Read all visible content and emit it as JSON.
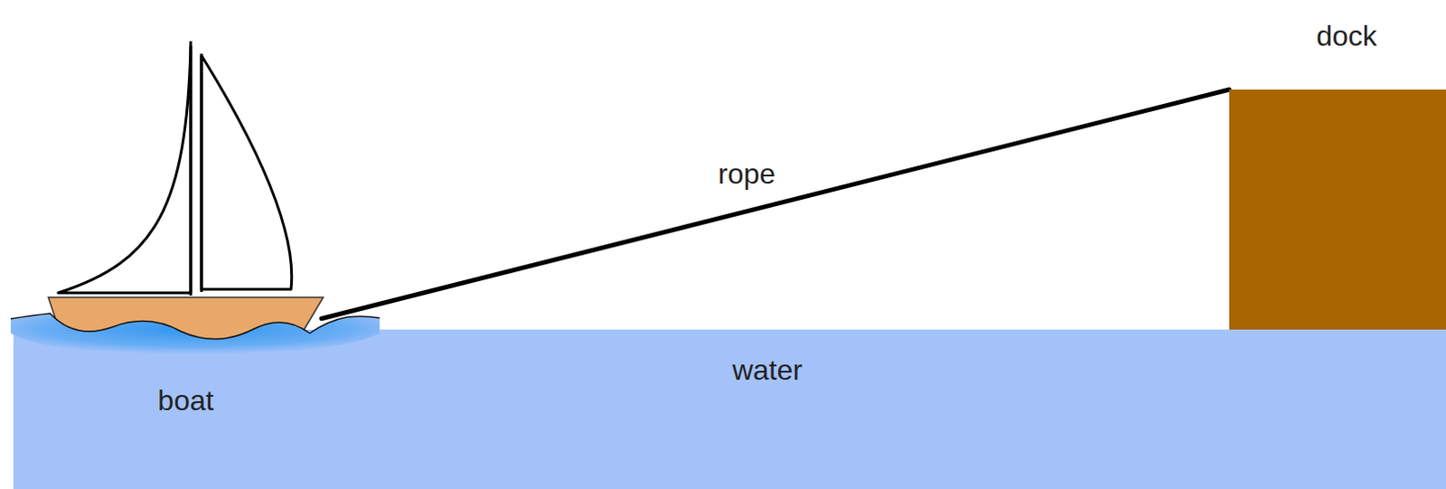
{
  "diagram": {
    "nodes": [
      {
        "text": [
          "dock"
        ]
      },
      {
        "text": [
          "boat"
        ]
      },
      {
        "text": [
          "water"
        ]
      }
    ],
    "edges": [
      {
        "from": 1,
        "to": 0,
        "label": "rope",
        "arrow": "none"
      }
    ]
  }
}
